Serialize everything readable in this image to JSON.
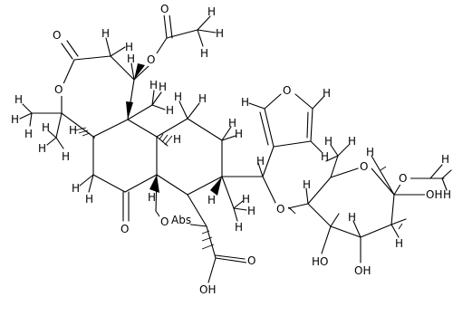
{
  "molecule": {
    "atoms": {
      "o_lactone_carbonyl": "O",
      "o_lactone_ring": "O",
      "o_acetate_ring": "O",
      "o_acetate_carbonyl": "O",
      "o_furan": "O",
      "o_ketone": "O",
      "o_epoxide": "O",
      "abs_label": "Abs",
      "o_glycoside_link": "O",
      "o_sugar_ring": "O",
      "o_methoxy": "O",
      "o_acid_carbonyl": "O",
      "oh_acid": "OH",
      "oh_sugar_3": "OH",
      "ho_sugar_2": "HO",
      "oh_sugar_4": "OH",
      "h_1": "H",
      "h_2": "H",
      "h_3": "H",
      "h_4": "H",
      "h_5": "H",
      "h_6": "H",
      "h_7": "H",
      "h_8": "H",
      "h_9": "H",
      "h_10": "H",
      "h_11": "H",
      "h_12": "H",
      "h_13": "H",
      "h_14": "H",
      "h_15": "H",
      "h_16": "H",
      "h_17": "H",
      "h_18": "H",
      "h_19": "H",
      "h_20": "H",
      "h_21": "H",
      "h_22": "H",
      "h_23": "H",
      "h_24": "H",
      "h_25": "H",
      "h_26": "H",
      "h_27": "H",
      "h_28": "H",
      "h_29": "H",
      "h_30": "H",
      "h_31": "H",
      "h_32": "H",
      "h_33": "H",
      "h_34": "H",
      "h_35": "H",
      "h_36": "H",
      "h_37": "H",
      "h_38": "H",
      "h_39": "H",
      "h_40": "H"
    }
  }
}
